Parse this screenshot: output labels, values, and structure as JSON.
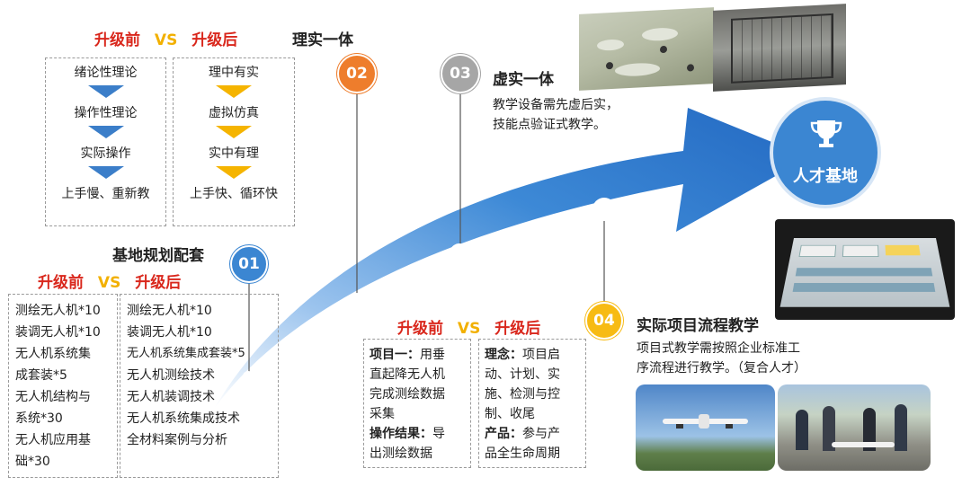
{
  "section_02": {
    "number": "02",
    "title": "理实一体",
    "before_label": "升级前",
    "vs_label": "VS",
    "after_label": "升级后",
    "before_steps": [
      "绪论性理论",
      "操作性理论",
      "实际操作",
      "上手慢、重新教"
    ],
    "after_steps": [
      "理中有实",
      "虚拟仿真",
      "实中有理",
      "上手快、循环快"
    ]
  },
  "section_03": {
    "number": "03",
    "title": "虚实一体",
    "description_lines": [
      "教学设备需先虚后实，",
      "技能点验证式教学。"
    ]
  },
  "target": {
    "label": "人才基地",
    "icon": "trophy-icon"
  },
  "section_01": {
    "number": "01",
    "title": "基地规划配套",
    "before_label": "升级前",
    "vs_label": "VS",
    "after_label": "升级后",
    "before_items": [
      "测绘无人机*10",
      "装调无人机*10",
      "无人机系统集",
      "成套装*5",
      "无人机结构与",
      "系统*30",
      "无人机应用基",
      "础*30"
    ],
    "after_items": [
      "测绘无人机*10",
      "装调无人机*10",
      "无人机系统集成套装*5",
      "无人机测绘技术",
      "无人机装调技术",
      "无人机系统集成技术",
      "全材料案例与分析"
    ]
  },
  "section_04": {
    "number": "04",
    "title": "实际项目流程教学",
    "description_lines": [
      "项目式教学需按照企业标准工",
      "序流程进行教学。（复合人才）"
    ],
    "before_label": "升级前",
    "vs_label": "VS",
    "after_label": "升级后",
    "before_lines": [
      "项目一：用垂",
      "直起降无人机",
      "完成测绘数据",
      "采集"
    ],
    "before_result_label": "操作结果：",
    "before_result_lines": [
      "导",
      "出测绘数据"
    ],
    "after_concept_label": "理念：",
    "after_concept_lines": [
      "项目启",
      "动、计划、实",
      "施、检测与控",
      "制、收尾"
    ],
    "after_product_label": "产品：",
    "after_product_lines": [
      "参与产",
      "品全生命周期"
    ]
  },
  "colors": {
    "red": "#d9271c",
    "yellow": "#f2b000",
    "arrow_blue": "#2f7fd3",
    "circle_orange": "#ee7d2c",
    "circle_gray": "#a6a6a6",
    "circle_blue": "#3b86d2",
    "circle_yellow": "#f7bb14"
  }
}
